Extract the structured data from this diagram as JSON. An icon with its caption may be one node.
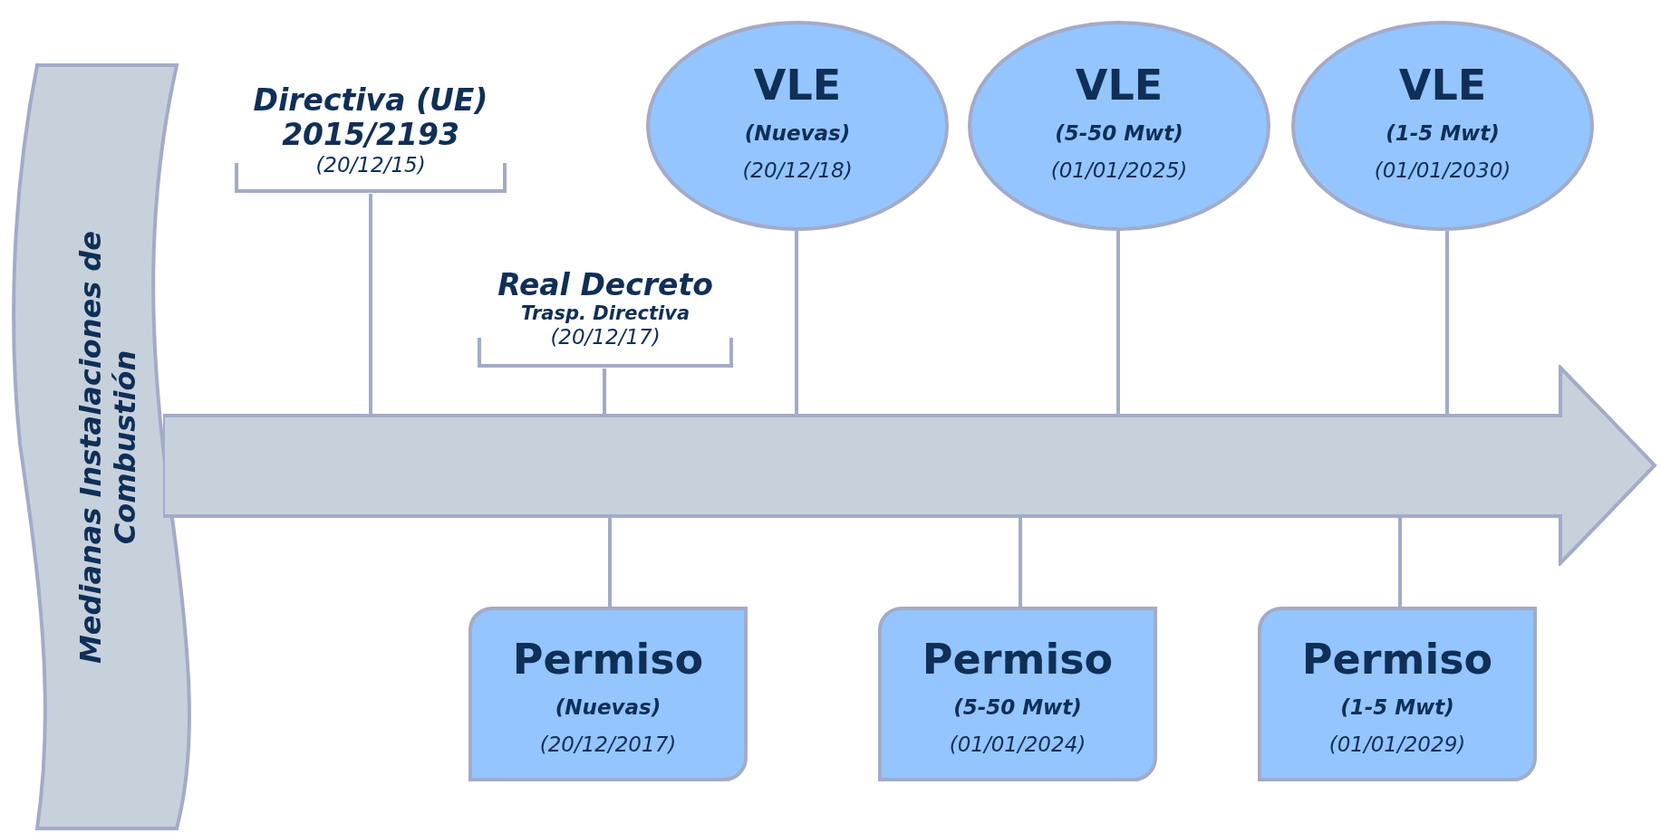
{
  "diagram": {
    "nodes": [
      {
        "text": [
          "Medianas Instalaciones de Combustión"
        ]
      },
      {
        "text": [],
        "shape": "arrow"
      },
      {
        "text": [
          "Directiva (UE) 2015/2193",
          "(20/12/15)"
        ]
      },
      {
        "text": [
          "Real Decreto",
          "Trasp. Directiva",
          "(20/12/17)"
        ]
      },
      {
        "text": [
          "VLE",
          "(Nuevas)",
          "(20/12/18)"
        ]
      },
      {
        "text": [
          "VLE",
          "(5-50 Mwt)",
          "(01/01/2025)"
        ]
      },
      {
        "text": [
          "VLE",
          "(1-5 Mwt)",
          "(01/01/2030)"
        ]
      },
      {
        "text": [
          "Permiso",
          "(Nuevas)",
          "(20/12/2017)"
        ]
      },
      {
        "text": [
          "Permiso",
          "(5-50 Mwt)",
          "(01/01/2024)"
        ]
      },
      {
        "text": [
          "Permiso",
          "(1-5 Mwt)",
          "(01/01/2029)"
        ]
      }
    ],
    "edges": [
      {
        "from": 2,
        "to": 1,
        "arrow": "none"
      },
      {
        "from": 3,
        "to": 1,
        "arrow": "none"
      },
      {
        "from": 4,
        "to": 1,
        "arrow": "none"
      },
      {
        "from": 5,
        "to": 1,
        "arrow": "none"
      },
      {
        "from": 6,
        "to": 1,
        "arrow": "none"
      },
      {
        "from": 7,
        "to": 1,
        "arrow": "none"
      },
      {
        "from": 8,
        "to": 1,
        "arrow": "none"
      },
      {
        "from": 9,
        "to": 1,
        "arrow": "none"
      }
    ]
  }
}
